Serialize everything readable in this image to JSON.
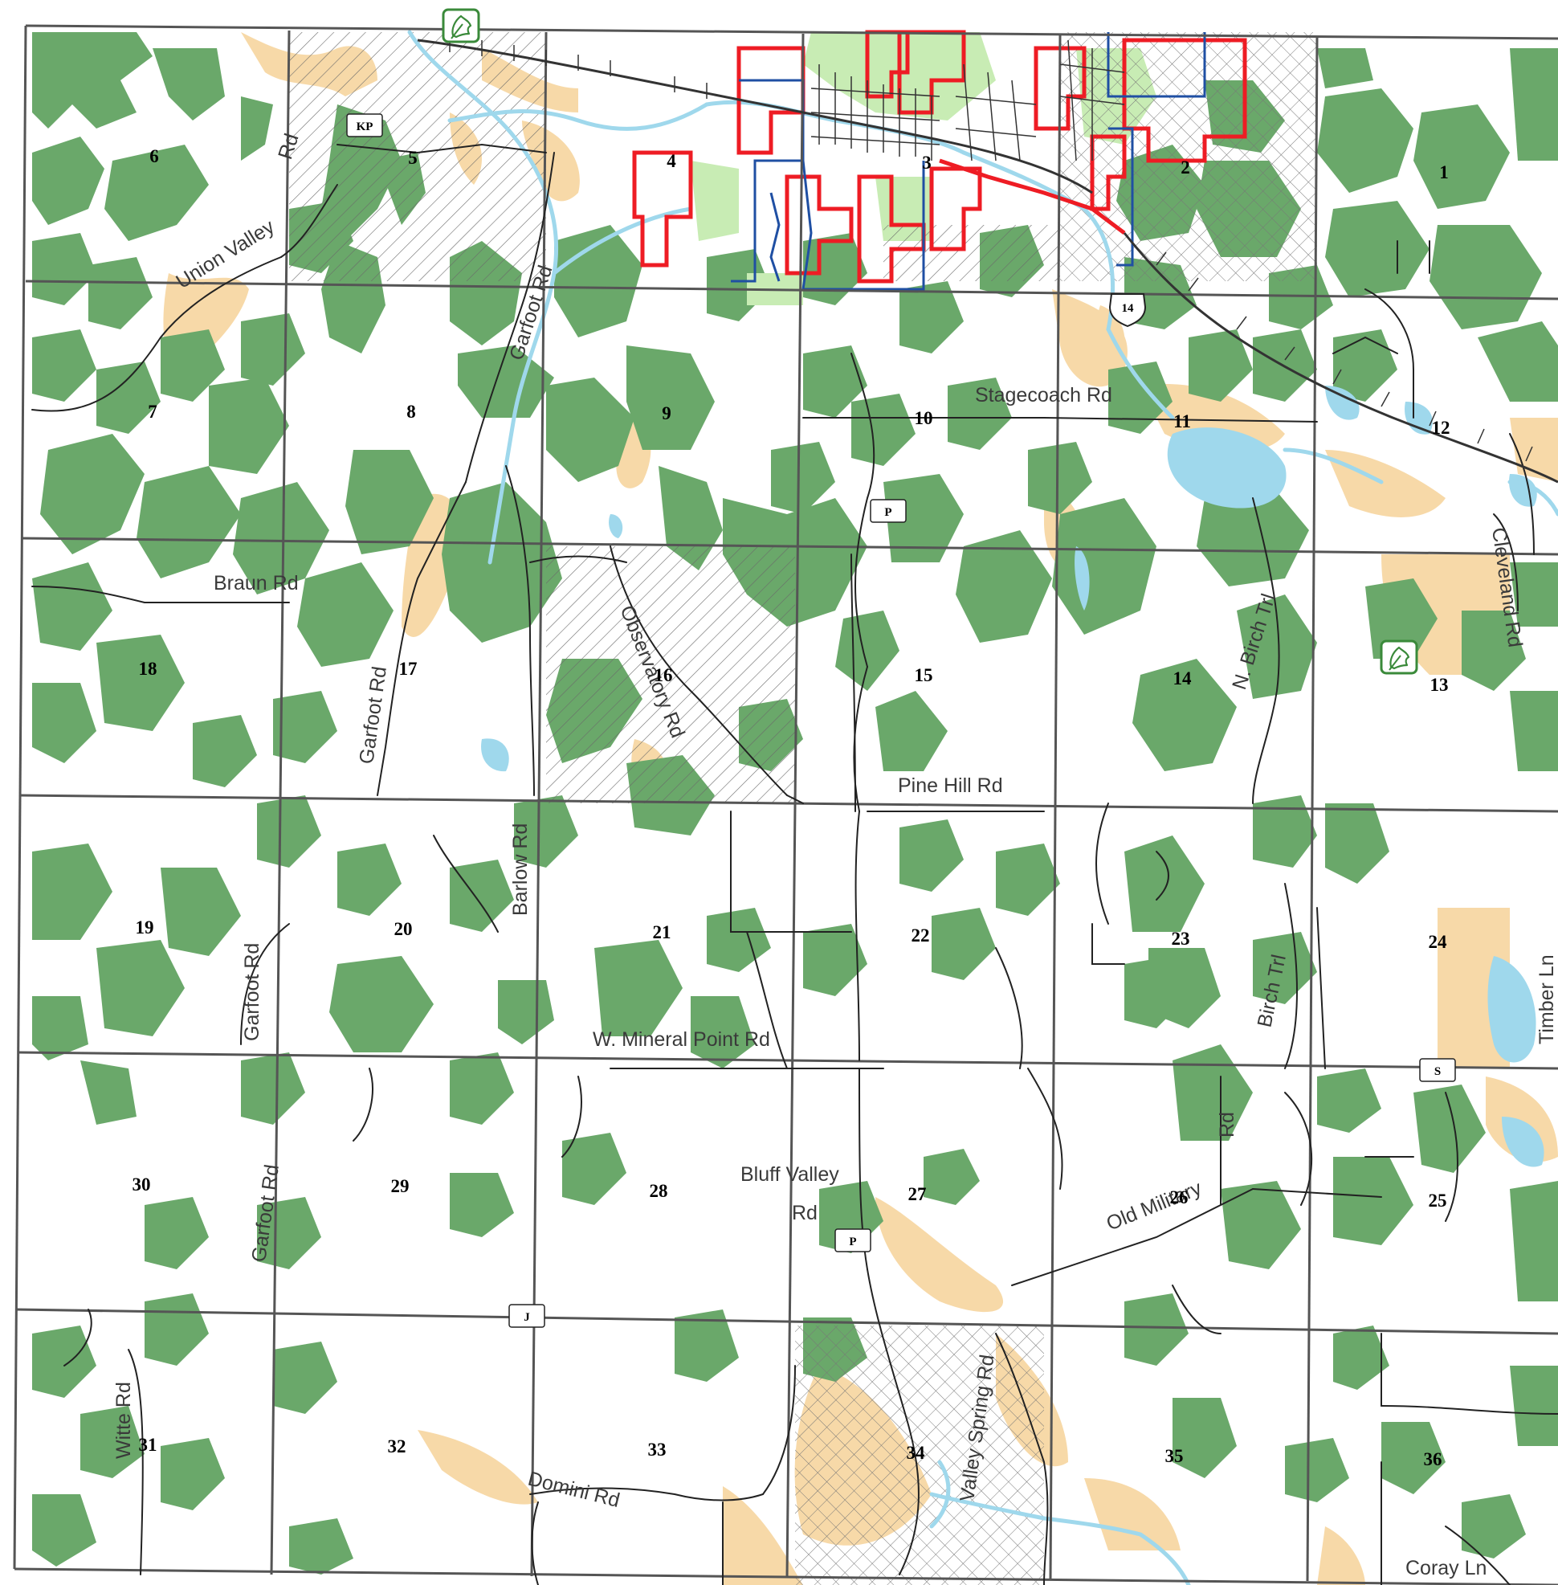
{
  "colors": {
    "woodland": "#6aa86a",
    "farmland_tan": "#f7d9a8",
    "water": "#9fd8ec",
    "urban_light_green": "#c8ecb4",
    "municipal_boundary_red": "#ee1c24",
    "municipal_boundary_blue": "#1f4fa3",
    "road": "#222222",
    "section_line": "#555555",
    "hatch": "#666666"
  },
  "icons": {
    "park": "oak-leaf-icon",
    "railroad": "railroad-track-icon"
  },
  "sections": [
    "1",
    "2",
    "3",
    "4",
    "5",
    "6",
    "7",
    "8",
    "9",
    "10",
    "11",
    "12",
    "13",
    "14",
    "15",
    "16",
    "17",
    "18",
    "19",
    "20",
    "21",
    "22",
    "23",
    "24",
    "25",
    "26",
    "27",
    "28",
    "29",
    "30",
    "31",
    "32",
    "33",
    "34",
    "35",
    "36"
  ],
  "road_labels": {
    "union_valley": "Union Valley",
    "union_valley_rd": "Rd",
    "garfoot_1": "Garfoot Rd",
    "garfoot_2": "Garfoot Rd",
    "garfoot_3": "Garfoot Rd",
    "garfoot_4": "Garfoot Rd",
    "stagecoach": "Stagecoach Rd",
    "braun": "Braun Rd",
    "observatory": "Observatory Rd",
    "n_birch": "N. Birch Trl",
    "cleveland": "Cleveland Rd",
    "pine_hill": "Pine Hill Rd",
    "barlow": "Barlow Rd",
    "birch": "Birch Trl",
    "timber": "Timber Ln",
    "w_mineral_point": "W. Mineral Point Rd",
    "bluff_valley": "Bluff Valley",
    "bluff_valley_rd": "Rd",
    "old_military": "Old Military",
    "old_military_rd": "Rd",
    "witte": "Witte Rd",
    "domini": "Domini Rd",
    "valley_spring": "Valley Spring Rd",
    "coray": "Coray Ln"
  },
  "shields": {
    "kp": "KP",
    "us14": "14",
    "p_north": "P",
    "p_south": "P",
    "s": "S",
    "j": "J"
  }
}
